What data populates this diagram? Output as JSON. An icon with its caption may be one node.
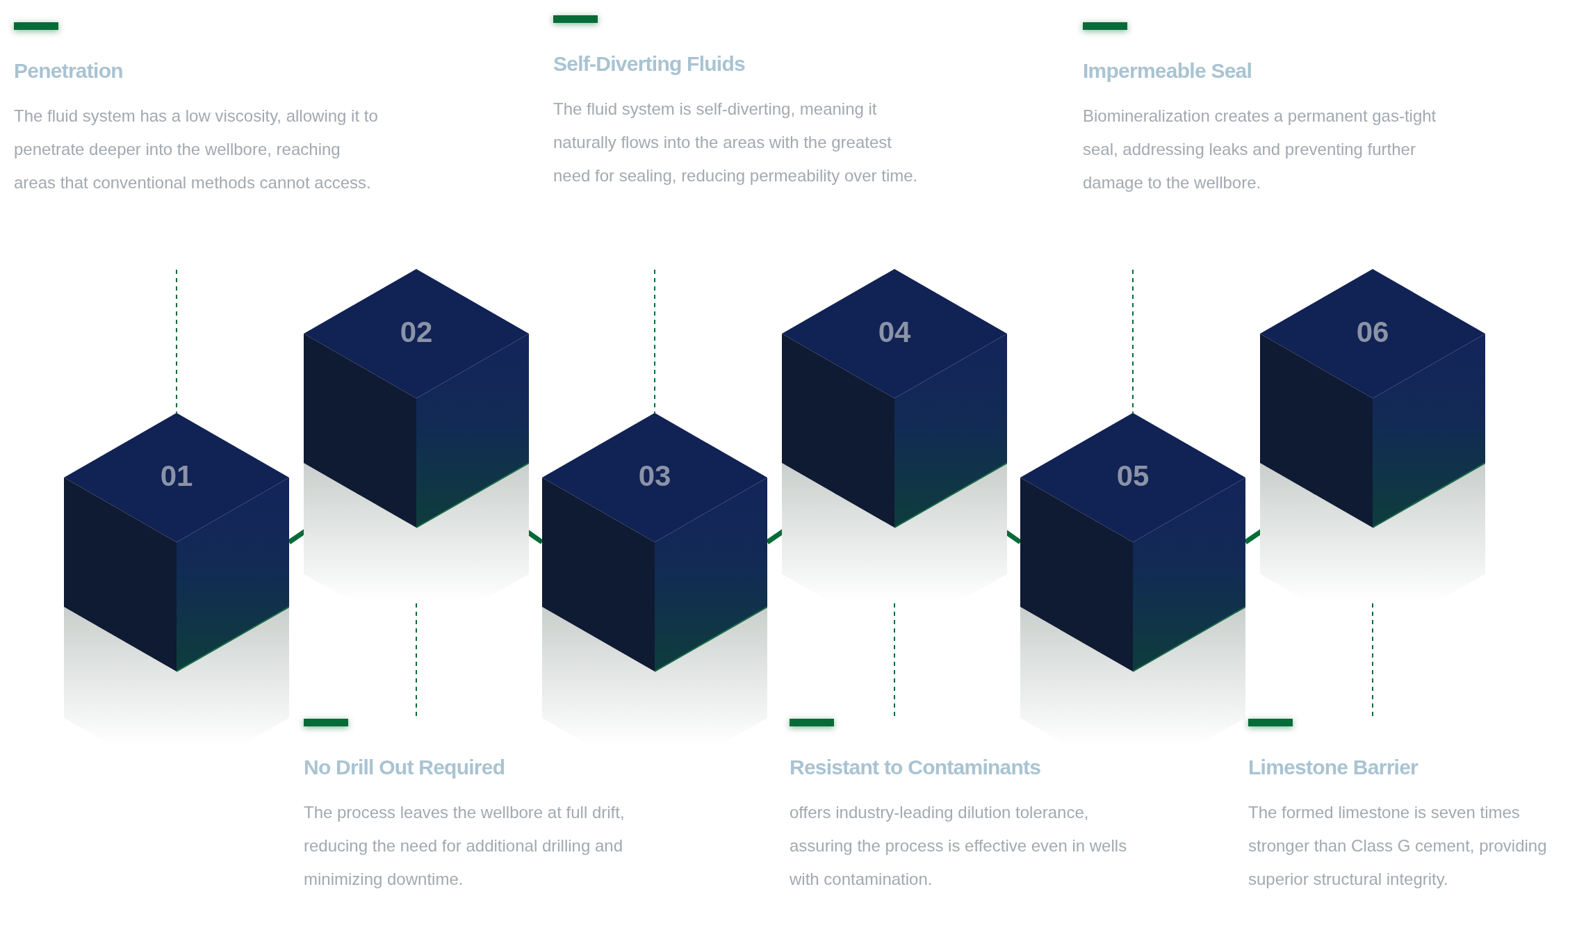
{
  "diagram": {
    "nodes": [
      {
        "text": [
          "Penetration",
          "The fluid system has a low viscosity, allowing it to penetrate deeper into the wellbore, reaching areas that conventional methods cannot access."
        ]
      },
      {
        "text": [
          "Self-Diverting Fluids",
          "The fluid system is self-diverting, meaning it naturally flows into the areas with the greatest need for sealing, reducing permeability over time."
        ]
      },
      {
        "text": [
          "Impermeable Seal",
          "Biomineralization creates a permanent gas-tight seal, addressing leaks and preventing further damage to the wellbore."
        ]
      },
      {
        "text": [
          "01"
        ]
      },
      {
        "text": [
          "02"
        ]
      },
      {
        "text": [
          "03"
        ]
      },
      {
        "text": [
          "04"
        ]
      },
      {
        "text": [
          "05"
        ]
      },
      {
        "text": [
          "06"
        ]
      },
      {
        "text": [
          "No Drill Out Required",
          "The process leaves the wellbore at full drift, reducing the need for additional drilling and minimizing downtime."
        ]
      },
      {
        "text": [
          "Resistant to Contaminants",
          "offers industry-leading dilution tolerance, assuring the process is effective even in wells with contamination."
        ]
      },
      {
        "text": [
          "Limestone Barrier",
          "The formed limestone is seven times stronger than Class G cement, providing superior structural integrity."
        ]
      }
    ],
    "edges": [
      {
        "from": 3,
        "to": 4,
        "arrow": "none",
        "style": "thick"
      },
      {
        "from": 4,
        "to": 5,
        "arrow": "none",
        "style": "thick"
      },
      {
        "from": 5,
        "to": 6,
        "arrow": "none",
        "style": "thick"
      },
      {
        "from": 6,
        "to": 7,
        "arrow": "none",
        "style": "thick"
      },
      {
        "from": 7,
        "to": 8,
        "arrow": "none",
        "style": "thick"
      },
      {
        "from": 0,
        "to": 3,
        "arrow": "none",
        "style": "dashed"
      },
      {
        "from": 1,
        "to": 5,
        "arrow": "none",
        "style": "dashed"
      },
      {
        "from": 2,
        "to": 7,
        "arrow": "none",
        "style": "dashed"
      },
      {
        "from": 9,
        "to": 4,
        "arrow": "none",
        "style": "dashed"
      },
      {
        "from": 10,
        "to": 6,
        "arrow": "none",
        "style": "dashed"
      },
      {
        "from": 11,
        "to": 8,
        "arrow": "none",
        "style": "dashed"
      }
    ]
  }
}
